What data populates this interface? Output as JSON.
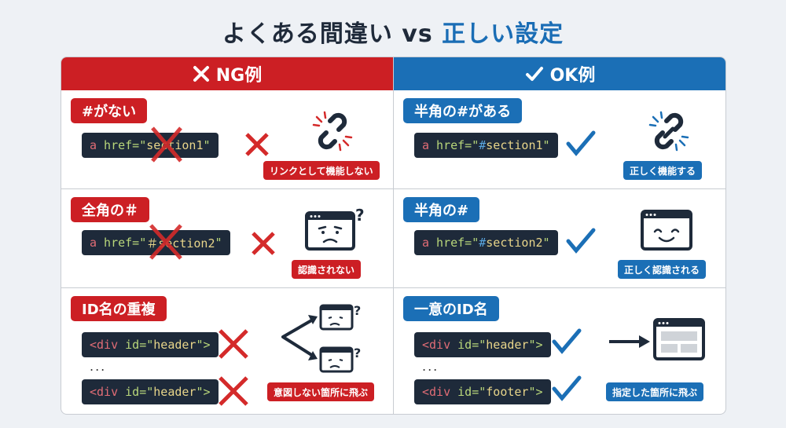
{
  "title": {
    "part1": "よくある間違い vs ",
    "part2": "正しい設定"
  },
  "colors": {
    "ng": "#cc1f24",
    "ok": "#1b6fb6",
    "code_bg": "#1e2a3a"
  },
  "ng": {
    "header": "NG例",
    "header_icon": "x-mark-icon",
    "rows": [
      {
        "tag": "#がない",
        "code": [
          "a href=\"section1\""
        ],
        "result": "リンクとして機能しない",
        "icon": "broken-link-icon"
      },
      {
        "tag": "全角の＃",
        "code": [
          "a href=\"＃section2\""
        ],
        "result": "認識されない",
        "icon": "confused-window-icon"
      },
      {
        "tag": "ID名の重複",
        "code": [
          "<div id=\"header\">",
          "<div id=\"header\">"
        ],
        "ellipsis": "...",
        "result": "意図しない箇所に飛ぶ",
        "icon": "split-arrow-confused-windows-icon"
      }
    ]
  },
  "ok": {
    "header": "OK例",
    "header_icon": "check-mark-icon",
    "rows": [
      {
        "tag": "半角の#がある",
        "code": [
          "a href=\"#section1\""
        ],
        "result": "正しく機能する",
        "icon": "link-icon"
      },
      {
        "tag": "半角の#",
        "code": [
          "a href=\"#section2\""
        ],
        "result": "正しく認識される",
        "icon": "happy-window-icon"
      },
      {
        "tag": "一意のID名",
        "code": [
          "<div id=\"header\">",
          "<div id=\"footer\">"
        ],
        "ellipsis": "...",
        "result": "指定した箇所に飛ぶ",
        "icon": "arrow-to-page-icon"
      }
    ]
  }
}
